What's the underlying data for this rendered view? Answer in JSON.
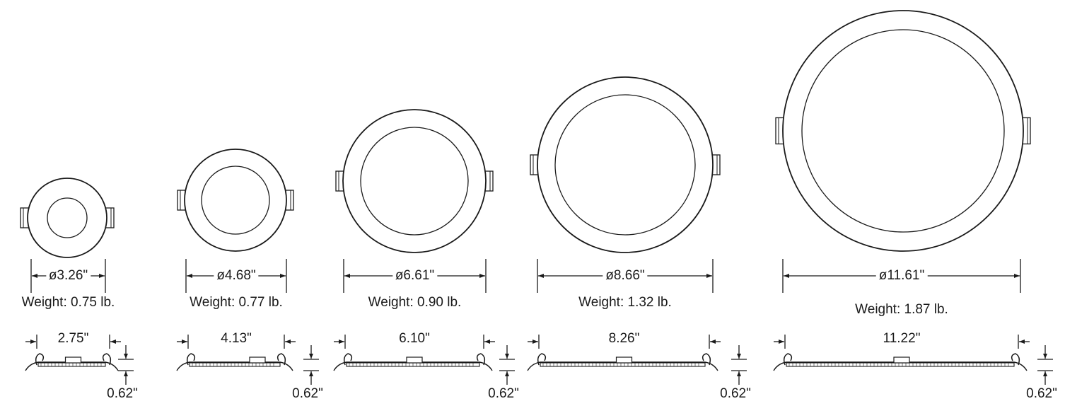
{
  "fixtures": [
    {
      "diameter": "ø3.26\"",
      "weight": "Weight: 0.75 lb.",
      "cutout": "2.75\"",
      "height": "0.62\""
    },
    {
      "diameter": "ø4.68\"",
      "weight": "Weight: 0.77 lb.",
      "cutout": "4.13\"",
      "height": "0.62\""
    },
    {
      "diameter": "ø6.61\"",
      "weight": "Weight: 0.90 lb.",
      "cutout": "6.10\"",
      "height": "0.62\""
    },
    {
      "diameter": "ø8.66\"",
      "weight": "Weight: 1.32 lb.",
      "cutout": "8.26\"",
      "height": "0.62\""
    },
    {
      "diameter": "ø11.61\"",
      "weight": "Weight: 1.87 lb.",
      "cutout": "11.22\"",
      "height": "0.62\""
    }
  ],
  "colors": {
    "line": "#1a1a1a",
    "background": "#ffffff"
  }
}
